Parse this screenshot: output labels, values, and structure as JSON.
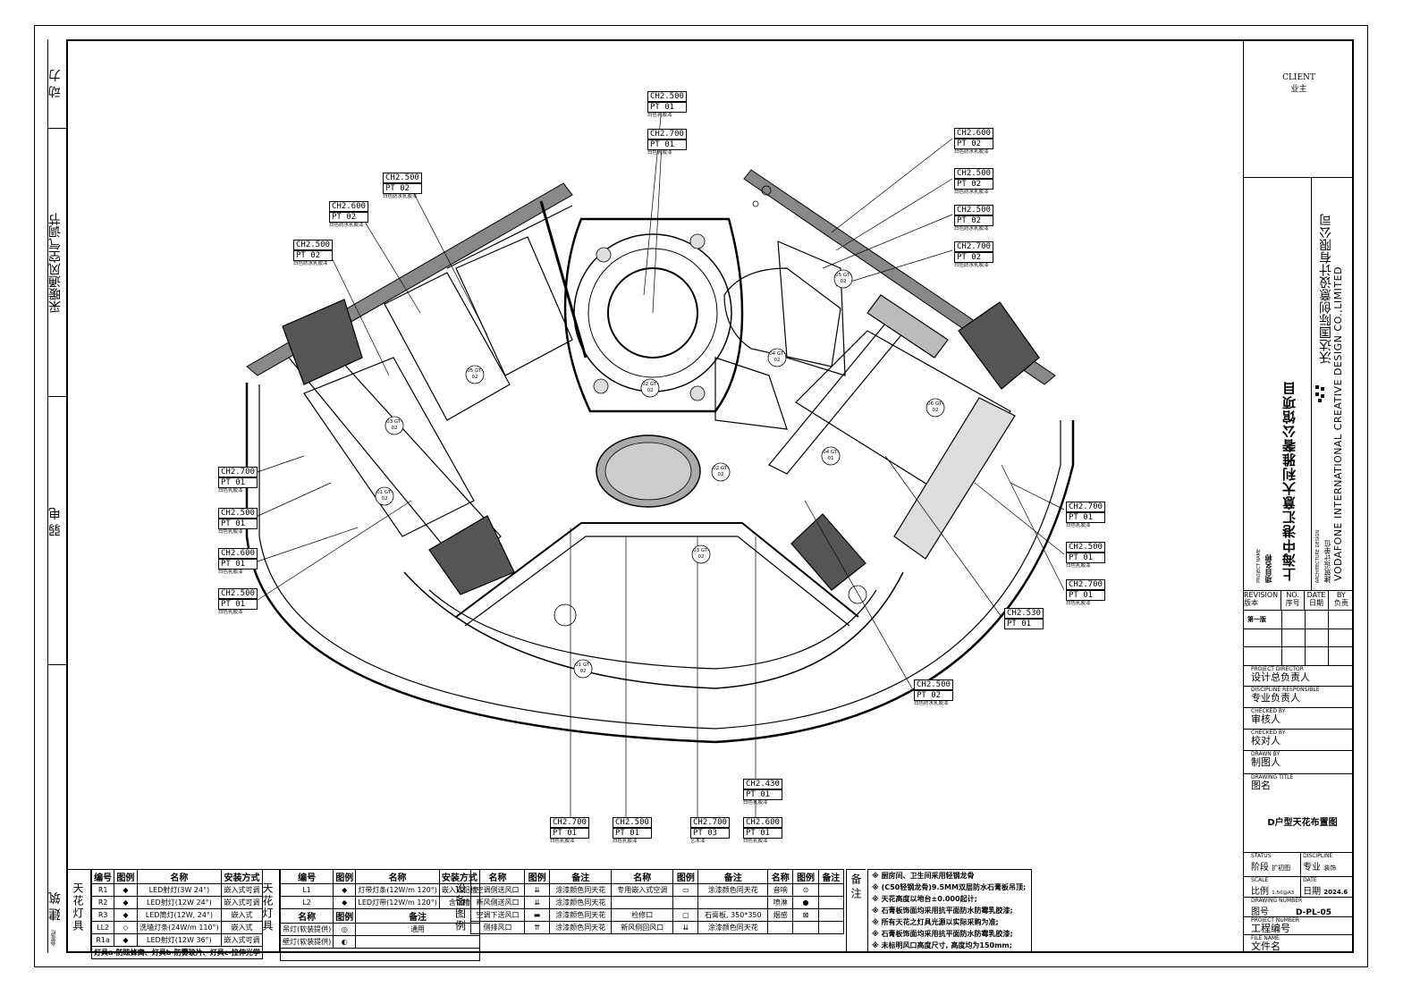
{
  "side_strip": [
    "动 力",
    "采暖通风空气调节",
    "弱 电",
    "建 筑"
  ],
  "side_small": "会签栏",
  "ceiling_tags": [
    {
      "ch": "CH2.500",
      "pt": "PT 01",
      "note": "白色乳胶漆"
    },
    {
      "ch": "CH2.700",
      "pt": "PT 01",
      "note": "白色乳胶漆"
    },
    {
      "ch": "CH2.600",
      "pt": "PT 02",
      "note": "白色防水乳胶漆"
    },
    {
      "ch": "CH2.500",
      "pt": "PT 02",
      "note": "白色防水乳胶漆"
    },
    {
      "ch": "CH2.500",
      "pt": "PT 02",
      "note": "白色防水乳胶漆"
    },
    {
      "ch": "CH2.700",
      "pt": "PT 02",
      "note": "白色防水乳胶漆"
    },
    {
      "ch": "CH2.500",
      "pt": "PT 02",
      "note": "白色防水乳胶漆"
    },
    {
      "ch": "CH2.600",
      "pt": "PT 02",
      "note": "白色防水乳胶漆"
    },
    {
      "ch": "CH2.500",
      "pt": "PT 02",
      "note": "白色防水乳胶漆"
    },
    {
      "ch": "CH2.700",
      "pt": "PT 01",
      "note": "白色乳胶漆"
    },
    {
      "ch": "CH2.500",
      "pt": "PT 01",
      "note": "白色乳胶漆"
    },
    {
      "ch": "CH2.600",
      "pt": "PT 01",
      "note": "白色乳胶漆"
    },
    {
      "ch": "CH2.500",
      "pt": "PT 01",
      "note": "白色乳胶漆"
    },
    {
      "ch": "CH2.700",
      "pt": "PT 01",
      "note": "白色乳胶漆"
    },
    {
      "ch": "CH2.500",
      "pt": "PT 01",
      "note": "白色乳胶漆"
    },
    {
      "ch": "CH2.700",
      "pt": "PT 01",
      "note": "白色乳胶漆"
    },
    {
      "ch": "CH2.530",
      "pt": "PT 01",
      "note": ""
    },
    {
      "ch": "CH2.500",
      "pt": "PT 02",
      "note": "白色防水乳胶漆"
    },
    {
      "ch": "CH2.430",
      "pt": "PT 01",
      "note": "白色乳胶漆"
    },
    {
      "ch": "CH2.600",
      "pt": "PT 01",
      "note": "白色乳胶漆"
    },
    {
      "ch": "CH2.700",
      "pt": "PT 01",
      "note": "白色乳胶漆"
    },
    {
      "ch": "CH2.500",
      "pt": "PT 01",
      "note": "白色乳胶漆"
    },
    {
      "ch": "CH2.700",
      "pt": "PT 03",
      "note": "艺术漆"
    }
  ],
  "room_tags": [
    "05 GT-02",
    "03 GT-02",
    "01 GT-02",
    "02 GT-02",
    "02 GT-02",
    "03 GT-02",
    "01 GT-02",
    "04 GT-01",
    "04 GT-02",
    "05 GT-02",
    "06 GT-02"
  ],
  "title_block": {
    "client_en": "CLIENT",
    "client_cn": "业主",
    "project_en": "PROJECT NAME",
    "project_cn": "项目名称",
    "project_name": "上海中港汇意大利雅奢公馆项目",
    "arch_en": "ARCHITECTURE DESIGN",
    "arch_cn": "建筑设计单位",
    "company_cn": "沃达国际创意设计有限公司",
    "company_en": "VODAFONE INTERNATIONAL CREATIVE DESIGN CO.,LIMITED",
    "rev_headers": [
      [
        "REVISION",
        "版本"
      ],
      [
        "NO.",
        "序号"
      ],
      [
        "DATE",
        "日期"
      ],
      [
        "BY",
        "负责"
      ]
    ],
    "rev_first": "第一版",
    "roles": [
      [
        "PROJECT DIRECTOR",
        "设计总负责人"
      ],
      [
        "DISCIPLINE RESPONSIBLE",
        "专业负责人"
      ],
      [
        "CHECKED BY",
        "审核人"
      ],
      [
        "CHECKED BY",
        "校对人"
      ],
      [
        "DRAWN BY",
        "制图人"
      ],
      [
        "DRAWING TITLE",
        "图名"
      ]
    ],
    "drawing_title": "D户型天花布置图",
    "status_en": "STATUS",
    "status_cn": "阶段",
    "status_val": "扩初图",
    "discipline_en": "DISCIPLINE",
    "discipline_cn": "专业",
    "discipline_val": "装饰",
    "scale_en": "SCALE",
    "scale_cn": "比例",
    "scale_val": "1:50@A3",
    "date_en": "DATE",
    "date_cn": "日期",
    "date_val": "2024.6",
    "drawno_en": "DRAWING NUMBER",
    "drawno_cn": "图号",
    "drawno_val": "D-PL-05",
    "projno_en": "PROJECT NUMBER",
    "projno_cn": "工程编号",
    "file_en": "FILE NAME",
    "file_cn": "文件名"
  },
  "legend": {
    "lights_label": "天花灯具",
    "lights_headers": [
      "编号",
      "图例",
      "名称",
      "安装方式"
    ],
    "lights": [
      [
        "R1",
        "◆",
        "LED射灯(3W 24°)",
        "嵌入式可调"
      ],
      [
        "R2",
        "◆",
        "LED射灯(12W 24°)",
        "嵌入式可调"
      ],
      [
        "R3",
        "◆",
        "LED筒灯(12W, 24°)",
        "嵌入式"
      ],
      [
        "LL2",
        "◇",
        "洗墙灯条(24W/m 110°)",
        "嵌入式"
      ],
      [
        "R1a",
        "◆",
        "LED射灯(12W 36°)",
        "嵌入式可调"
      ]
    ],
    "lights_note": "灯具a-防眩蜂窝、灯具b-防雾玻片、灯具c-拉伸光学",
    "lights2_label": "天花灯具",
    "lights2_headers": [
      "编号",
      "图例",
      "名称",
      "安装方式"
    ],
    "lights2": [
      [
        "L1",
        "◆",
        "灯带灯条(12W/m 120°)",
        "嵌入式铝槽"
      ],
      [
        "L2",
        "◆",
        "LED灯带(12W/m 120°)",
        "含铝槽"
      ]
    ],
    "lights2_sub_headers": [
      "名称",
      "图例",
      "备注"
    ],
    "lights2_sub": [
      [
        "吊灯(软装提供)",
        "◎",
        "通用"
      ],
      [
        "壁灯(软装提供)",
        "◐",
        ""
      ]
    ],
    "equip_label": "设备图例",
    "equip_headers": [
      "名称",
      "图例",
      "备注",
      "名称",
      "图例",
      "备注",
      "名称",
      "图例",
      "备注"
    ],
    "equip": [
      [
        "空调侧送风口",
        "⇊",
        "涂漆颜色同天花",
        "专用嵌入式空调",
        "▭",
        "涂漆颜色同天花",
        "音响",
        "⊙",
        ""
      ],
      [
        "新风侧送风口",
        "⇊",
        "涂漆颜色同天花",
        "",
        "",
        "",
        "喷淋",
        "●",
        ""
      ],
      [
        "空调下送风口",
        "▬",
        "涂漆颜色同天花",
        "检修口",
        "▢",
        "石膏板, 350*350",
        "烟感",
        "⊠",
        ""
      ],
      [
        "侧排风口",
        "⇈",
        "涂漆颜色同天花",
        "新风侧回风口",
        "⇊",
        "涂漆颜色同天花",
        "",
        "",
        ""
      ]
    ],
    "notes_label": "备注",
    "notes": [
      "※ 厨房间、卫生间采用轻钢龙骨",
      "※ (C50轻钢龙骨)9.5MM双层防水石膏板吊顶;",
      "※ 天花高度以地台±0.000起计;",
      "※ 石膏板饰面均采用抗平面防水防霉乳胶漆;",
      "※ 所有天花之灯具光源以实际采购为准;",
      "※ 石膏板饰面均采用抗平面防水防霉乳胶漆;",
      "※ 未标明风口高度尺寸, 高度均为150mm;"
    ]
  }
}
